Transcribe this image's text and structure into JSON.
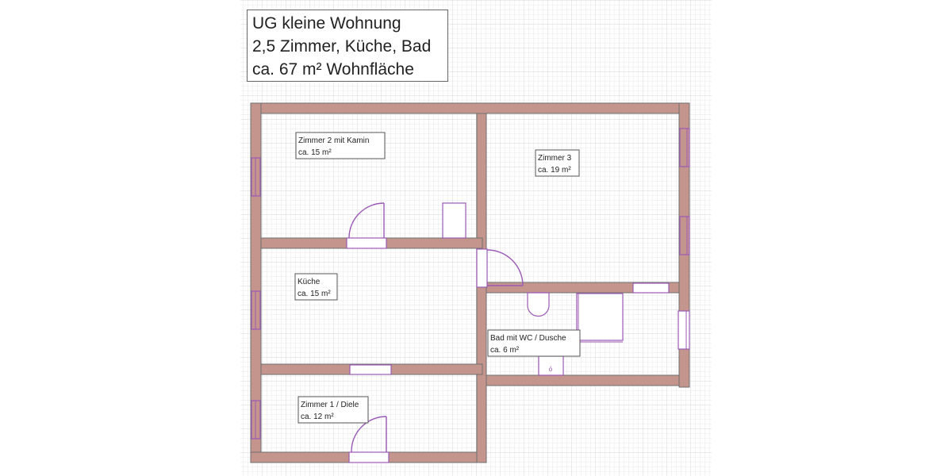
{
  "title": {
    "lines": [
      "UG kleine Wohnung",
      "2,5 Zimmer, Küche, Bad",
      "ca. 67 m² Wohnfläche"
    ]
  },
  "rooms": [
    {
      "name": "Zimmer 2 mit Kamin",
      "area": "ca. 15 m²"
    },
    {
      "name": "Zimmer 3",
      "area": "ca. 19 m²"
    },
    {
      "name": "Küche",
      "area": "ca. 15 m²"
    },
    {
      "name": "Bad mit WC / Dusche",
      "area": "ca. 6 m²"
    },
    {
      "name": "Zimmer 1 / Diele",
      "area": "ca. 12 m²"
    }
  ],
  "colors": {
    "wall": "#c4958c",
    "fixture_stroke": "#9b59b6",
    "grid": "#e4e4e4"
  }
}
